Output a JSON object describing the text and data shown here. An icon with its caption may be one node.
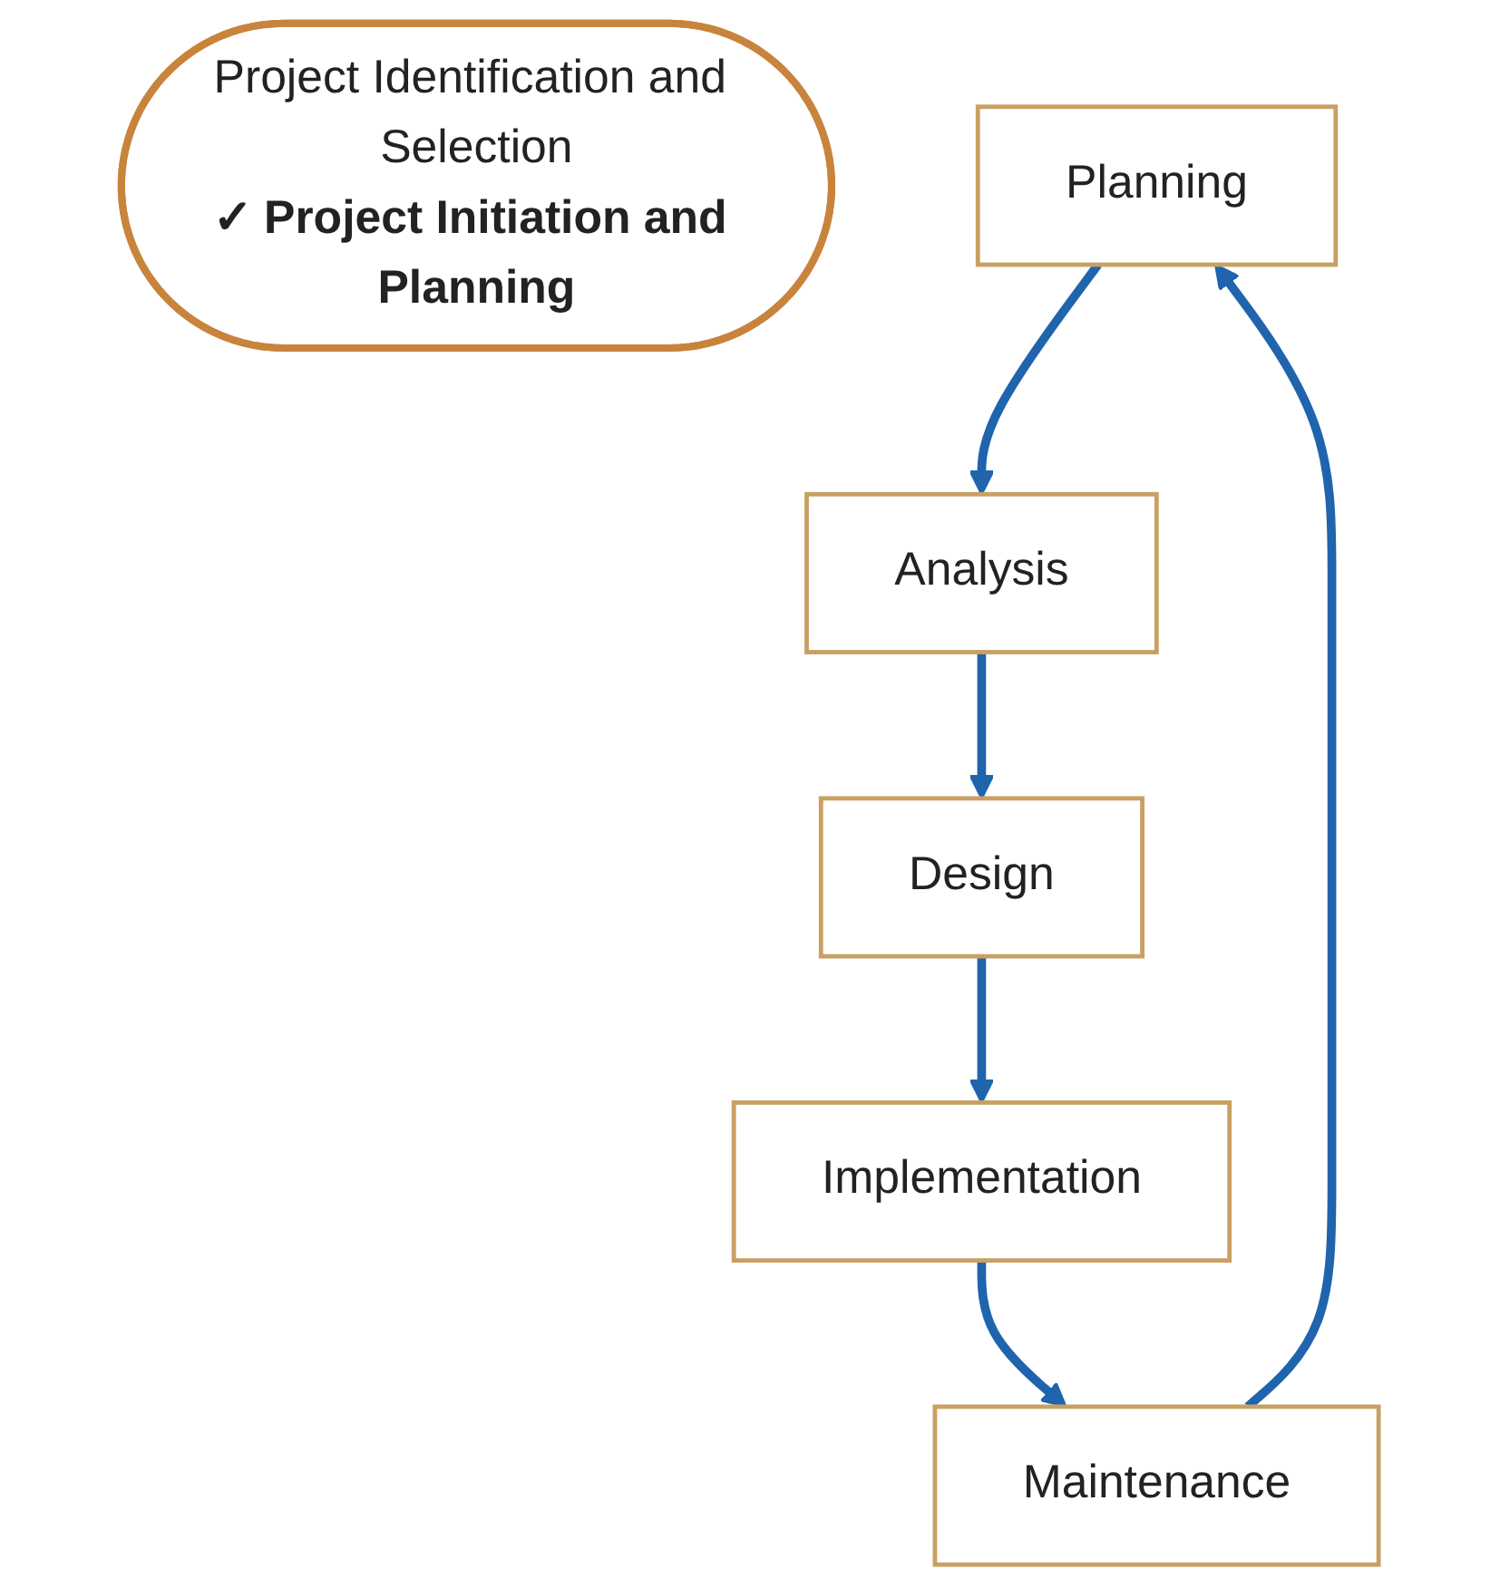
{
  "diagram": {
    "nodes": [
      {
        "text": [
          "Project Identification and Selection",
          "✓ Project Initiation and Planning"
        ]
      },
      {
        "text": [
          "Planning"
        ]
      },
      {
        "text": [
          "Analysis"
        ]
      },
      {
        "text": [
          "Design"
        ]
      },
      {
        "text": [
          "Implementation"
        ]
      },
      {
        "text": [
          "Maintenance"
        ]
      }
    ],
    "edges": [
      {
        "from": 1,
        "to": 2,
        "arrow": "to"
      },
      {
        "from": 2,
        "to": 3,
        "arrow": "to"
      },
      {
        "from": 3,
        "to": 4,
        "arrow": "to"
      },
      {
        "from": 4,
        "to": 5,
        "arrow": "to"
      },
      {
        "from": 5,
        "to": 1,
        "arrow": "to"
      }
    ]
  }
}
